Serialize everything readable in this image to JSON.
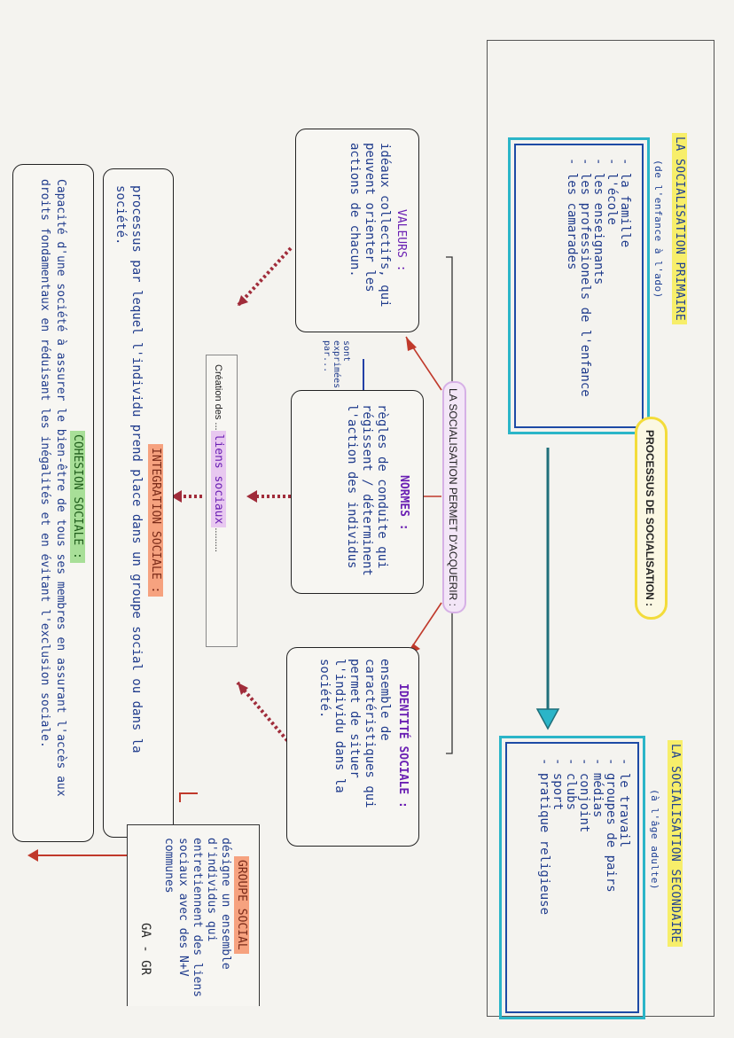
{
  "processus_title": "PROCESSUS DE SOCIALISATION :",
  "primaire": {
    "title": "LA SOCIALISATION PRIMAIRE",
    "subtitle": "(de l'enfance à l'ado)",
    "items": [
      "- la famille",
      "- l'école",
      "- les enseignants",
      "- les professionels de l'enfance",
      "- les camarades"
    ]
  },
  "secondaire": {
    "title": "LA SOCIALISATION SECONDAIRE",
    "subtitle": "(à l'âge adulte)",
    "items": [
      "- le travail",
      "- groupes de pairs",
      "- médias",
      "- conjoint",
      "- clubs",
      "- sport",
      "- pratique religieuse"
    ]
  },
  "permet": "LA SOCIALISATION PERMET D'ACQUERIR :",
  "valeurs": {
    "title": "VALEURS :",
    "text": "idéaux collectifs, qui peuvent orienter les actions de chacun."
  },
  "normes": {
    "title": "NORMES :",
    "text": "règles de conduite qui régissent / déterminent l'action des individus"
  },
  "identite": {
    "title": "IDENTITÉ SOCIALE :",
    "text": "ensemble de caractéristiques qui permet de situer l'individu dans la société."
  },
  "sont_exprimees": "sont exprimées par...",
  "creation": {
    "prefix": "Création des ...",
    "value": "liens sociaux",
    "suffix": "........."
  },
  "integration": {
    "title": "INTEGRATION SOCIALE :",
    "text": "processus par lequel l'individu prend place dans un groupe social ou dans la société."
  },
  "cohesion": {
    "title": "COHESION SOCIALE :",
    "text": "Capacité d'une société à assurer le bien-être de tous ses membres en assurant l'accès aux droits fondamentaux en réduisant les inégalités et en évitant l'exclusion sociale."
  },
  "groupe": {
    "title": "GROUPE SOCIAL",
    "text": "désigne un ensemble d'individus qui entretiennent des liens sociaux avec des N+V communes",
    "abbr": "GA - GR"
  },
  "colors": {
    "teal": "#2bb5c8",
    "red_arrow": "#c0392b",
    "highlight_yellow": "#f7ee6a",
    "highlight_orange": "#f6a27f",
    "highlight_green": "#a8df98"
  }
}
